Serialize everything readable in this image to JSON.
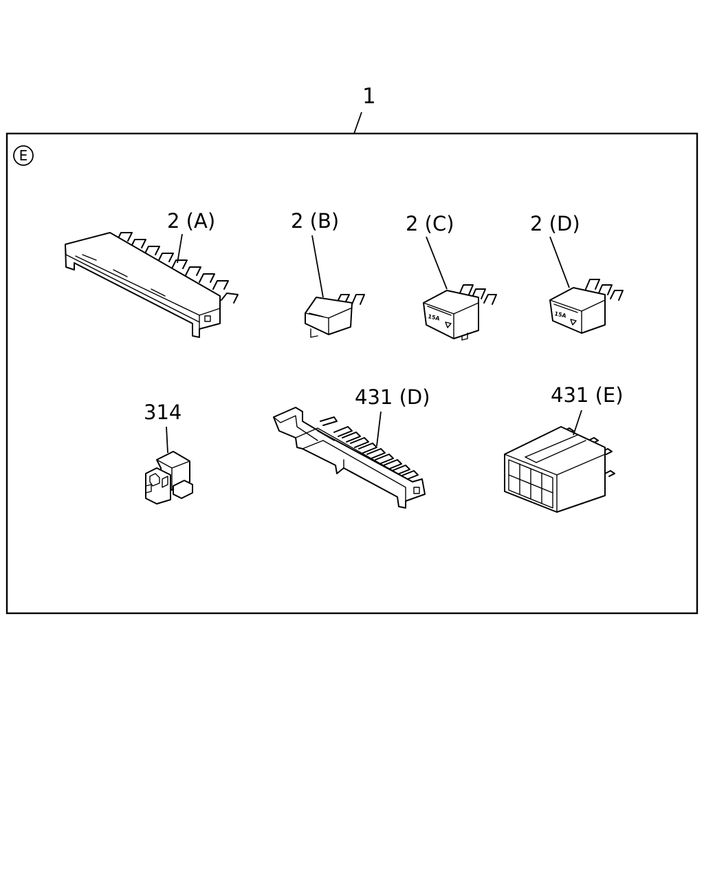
{
  "diagram": {
    "assembly_callout": "1",
    "section_marker": "E",
    "parts": [
      {
        "id": "part-2a",
        "label": "2 (A)"
      },
      {
        "id": "part-2b",
        "label": "2 (B)"
      },
      {
        "id": "part-2c",
        "label": "2 (C)"
      },
      {
        "id": "part-2d",
        "label": "2 (D)"
      },
      {
        "id": "part-314",
        "label": "314"
      },
      {
        "id": "part-431d",
        "label": "431 (D)"
      },
      {
        "id": "part-431e",
        "label": "431 (E)"
      }
    ],
    "fuse_marking_c": "15A",
    "fuse_marking_d": "15A"
  }
}
